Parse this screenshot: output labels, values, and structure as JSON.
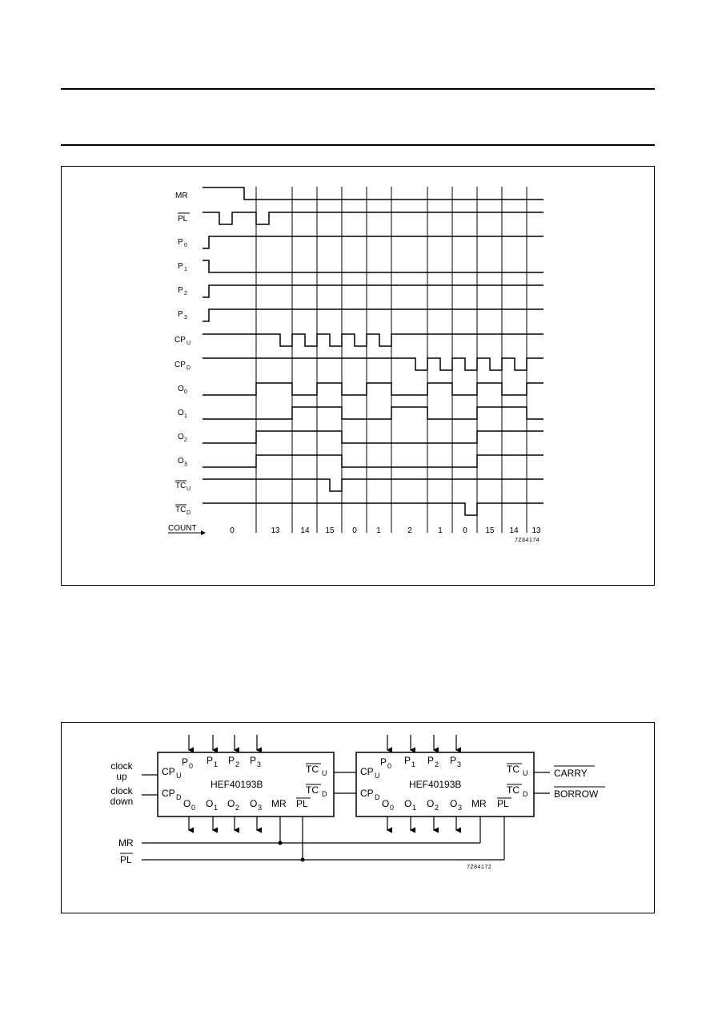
{
  "timing": {
    "signals": [
      {
        "key": "mr",
        "base": "MR",
        "sub": "",
        "overbar": false
      },
      {
        "key": "pl",
        "base": "PL",
        "sub": "",
        "overbar": true
      },
      {
        "key": "p0",
        "base": "P",
        "sub": "0",
        "overbar": false
      },
      {
        "key": "p1",
        "base": "P",
        "sub": "1",
        "overbar": false
      },
      {
        "key": "p2",
        "base": "P",
        "sub": "2",
        "overbar": false
      },
      {
        "key": "p3",
        "base": "P",
        "sub": "3",
        "overbar": false
      },
      {
        "key": "cpu",
        "base": "CP",
        "sub": "U",
        "overbar": false
      },
      {
        "key": "cpd",
        "base": "CP",
        "sub": "D",
        "overbar": false
      },
      {
        "key": "o0",
        "base": "O",
        "sub": "0",
        "overbar": false
      },
      {
        "key": "o1",
        "base": "O",
        "sub": "1",
        "overbar": false
      },
      {
        "key": "o2",
        "base": "O",
        "sub": "2",
        "overbar": false
      },
      {
        "key": "o3",
        "base": "O",
        "sub": "3",
        "overbar": false
      },
      {
        "key": "tcu",
        "base": "TC",
        "sub": "U",
        "overbar": true
      },
      {
        "key": "tcd",
        "base": "TC",
        "sub": "D",
        "overbar": true
      }
    ],
    "count_label": "COUNT",
    "count_values": [
      "0",
      "13",
      "14",
      "15",
      "0",
      "1",
      "2",
      "1",
      "0",
      "15",
      "14",
      "13"
    ],
    "figure_code": "7Z84174"
  },
  "circuit": {
    "chip_name": "HEF40193B",
    "clock_up_lines": [
      "clock",
      "up"
    ],
    "clock_down_lines": [
      "clock",
      "down"
    ],
    "pins": {
      "p0": "P",
      "p0_sub": "0",
      "p1": "P",
      "p1_sub": "1",
      "p2": "P",
      "p2_sub": "2",
      "p3": "P",
      "p3_sub": "3",
      "cpu": "CP",
      "cpu_sub": "U",
      "cpd": "CP",
      "cpd_sub": "D",
      "tcu": "TC",
      "tcu_sub": "U",
      "tcd": "TC",
      "tcd_sub": "D",
      "o0": "O",
      "o0_sub": "0",
      "o1": "O",
      "o1_sub": "1",
      "o2": "O",
      "o2_sub": "2",
      "o3": "O",
      "o3_sub": "3",
      "mr": "MR",
      "pl": "PL"
    },
    "carry": "CARRY",
    "borrow": "BORROW",
    "mr_line": "MR",
    "pl_line": "PL",
    "figure_code": "7Z84172"
  }
}
